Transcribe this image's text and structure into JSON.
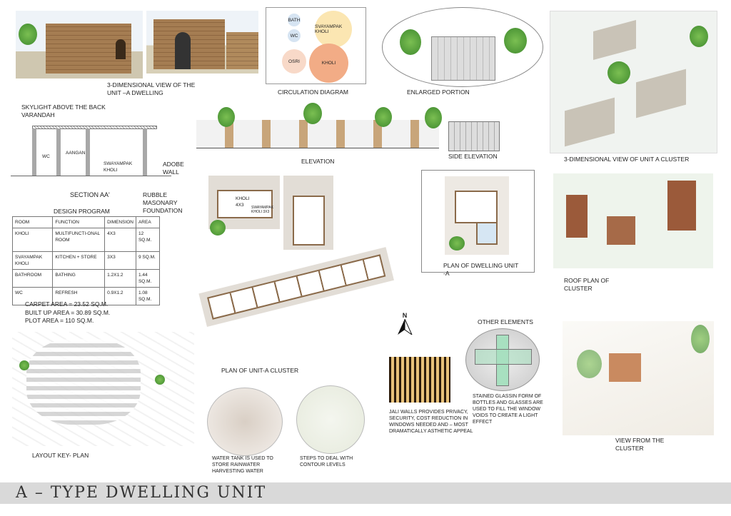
{
  "captions": {
    "view3d_unit": "3-DIMENSIONAL VIEW OF THE UNIT –A DWELLING",
    "circulation": "CIRCULATION DIAGRAM",
    "enlarged": "ENLARGED PORTION",
    "view3d_cluster": "3-DIMENSIONAL VIEW OF UNIT A CLUSTER",
    "section": "SECTION AA'",
    "elevation": "ELEVATION",
    "side_elevation": "SIDE ELEVATION",
    "plan_unit": "PLAN OF DWELLING UNIT -A",
    "roof_plan": "ROOF PLAN OF CLUSTER",
    "plan_cluster": "PLAN OF UNIT-A CLUSTER",
    "layout_key": "LAYOUT KEY- PLAN",
    "other_elements": "OTHER ELEMENTS",
    "view_from_cluster": "VIEW FROM THE CLUSTER"
  },
  "circulation_nodes": {
    "bath": "BATH",
    "wc": "WC",
    "svayampak": "SVAYAMPAK KHOLI",
    "osri": "OSRI",
    "kholi": "KHOLI"
  },
  "section": {
    "skylight": "SKYLIGHT ABOVE THE BACK VARANDAH",
    "wc": "WC",
    "aangan": "AANGAN",
    "svayampak": "SWAYAMPAK KHOLI",
    "adobe": "ADOBE WALL",
    "rubble": "RUBBLE MASONARY FOUNDATION"
  },
  "design_program": {
    "title": "DESIGN PROGRAM",
    "headers": [
      "ROOM",
      "FUNCTION",
      "DIMENSION",
      "AREA"
    ],
    "rows": [
      [
        "KHOLI",
        "MULTIFUNCTI-ONAL ROOM",
        "4X3",
        "12 SQ.M."
      ],
      [
        "SVAYAMPAK KHOLI",
        "KITCHEN + STORE",
        "3X3",
        "9 SQ.M."
      ],
      [
        "BATHROOM",
        "BATHING",
        "1.2X1.2",
        "1.44 SQ.M."
      ],
      [
        "WC",
        "REFRESH",
        "0.9X1.2",
        "1.08 SQ.M."
      ]
    ]
  },
  "areas": {
    "carpet": "CARPET AREA =  23.52 SQ.M.",
    "built_up": "BUILT UP AREA = 30.89 SQ.M.",
    "plot": "PLOT AREA =  110 SQ.M."
  },
  "plan_labels": {
    "kholi": "KHOLI 4X3",
    "svayampak": "SWAYAMPAK KHOLI 3X3"
  },
  "north": "N",
  "notes": {
    "water_tank": "WATER TANK IS USED TO STORE RAINWATER HARVESTING WATER",
    "steps": "STEPS TO DEAL WITH CONTOUR LEVELS",
    "jali": "JALI WALLS PROVIDES PRIVACY, SECURITY, COST REDUCTION IN WINDOWS NEEDED AND – MOST DRAMATICALLY ASTHETIC APPEAL",
    "stained": "STAINED GLASSIN FORM OF BOTTLES AND GLASSES ARE USED TO FILL THE WINDOW VOIDS TO CREATE A LIGHT EFFECT"
  },
  "sheet_title": "A – TYPE DWELLING UNIT"
}
